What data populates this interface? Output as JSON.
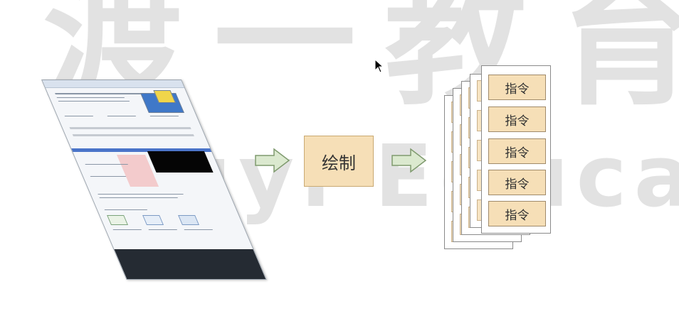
{
  "watermark": {
    "chinese": "渡一教育",
    "english": "Duyi Education"
  },
  "draw_box": {
    "label": "绘制"
  },
  "commands": [
    {
      "label": "指令"
    },
    {
      "label": "指令"
    },
    {
      "label": "指令"
    },
    {
      "label": "指令"
    },
    {
      "label": "指令"
    }
  ],
  "colors": {
    "box_fill": "#f6dfb7",
    "arrow_fill": "#dbe9cf",
    "arrow_stroke": "#7f9a6e"
  }
}
